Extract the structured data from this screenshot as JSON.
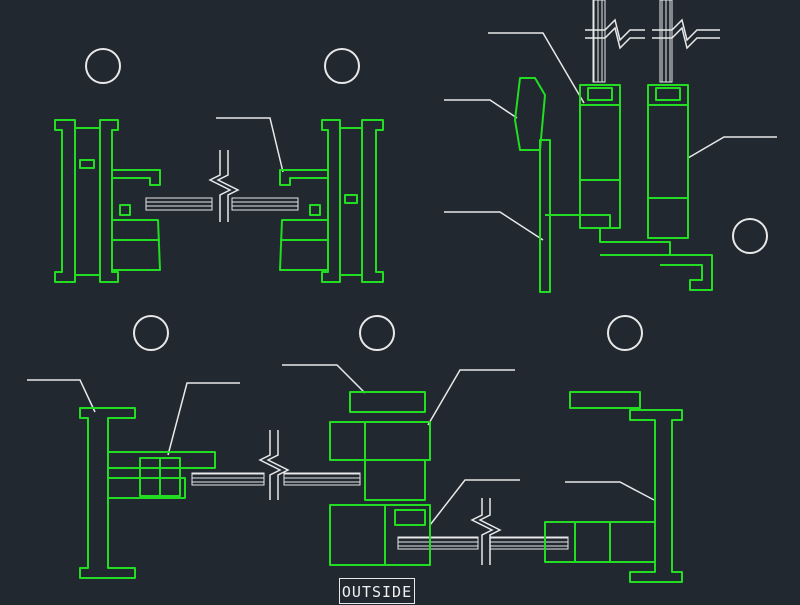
{
  "drawing": {
    "background": "#212830",
    "profile_color": "#22dd22",
    "line_color": "#e8e8e8",
    "label_outside": "OUTSIDE",
    "callout_bubbles": [
      "bubble-1",
      "bubble-2",
      "bubble-3",
      "bubble-4",
      "bubble-5",
      "bubble-6"
    ]
  }
}
